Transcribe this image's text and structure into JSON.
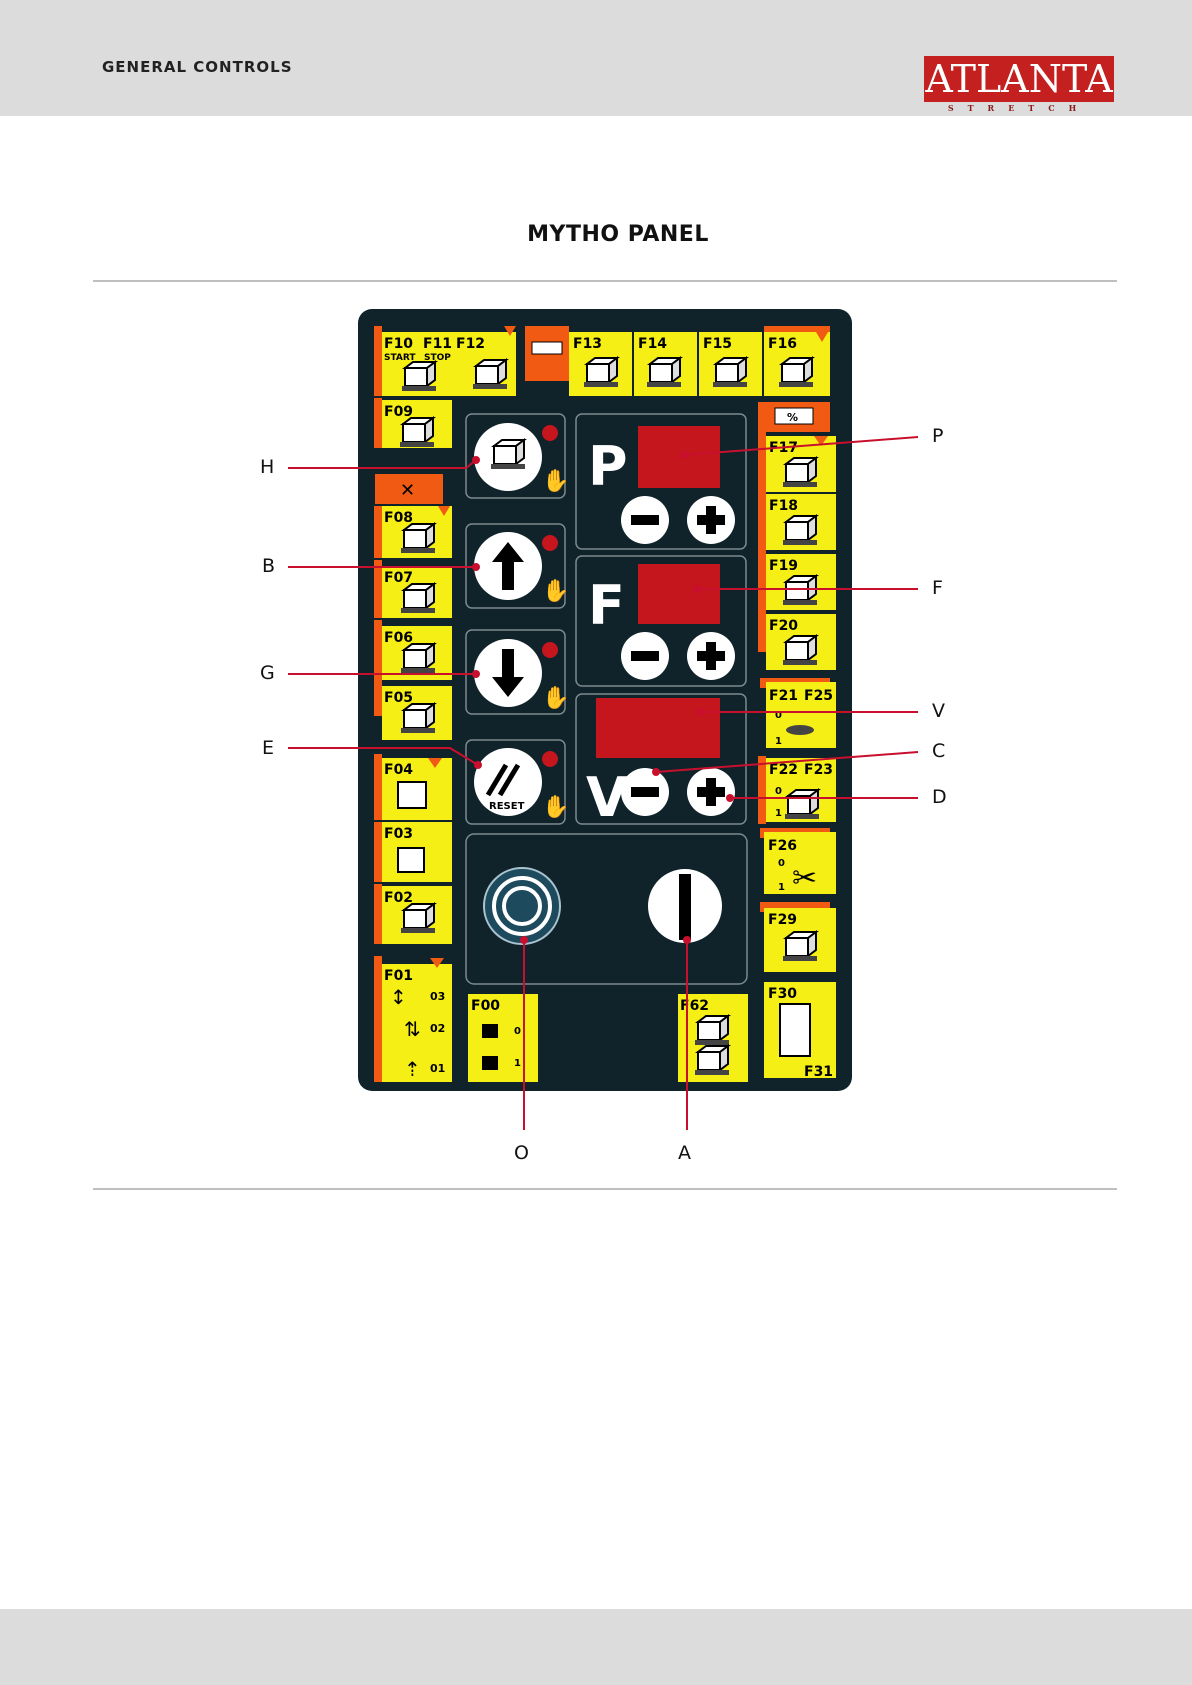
{
  "header": {
    "section": "GENERAL CONTROLS"
  },
  "logo": {
    "brand": "ATLANTA",
    "tagline": "STRETCH"
  },
  "title": "MYTHO PANEL",
  "panel": {
    "function_keys": {
      "f10": "F10",
      "f11": "F11",
      "start": "START",
      "stop": "STOP",
      "f12": "F12",
      "f13": "F13",
      "f14": "F14",
      "f15": "F15",
      "f16": "F16",
      "f09": "F09",
      "f08": "F08",
      "f07": "F07",
      "f06": "F06",
      "f05": "F05",
      "f04": "F04",
      "f03": "F03",
      "f02": "F02",
      "f01": "F01",
      "f00": "F00",
      "f62": "F62",
      "f17": "F17",
      "f18": "F18",
      "f19": "F19",
      "f20": "F20",
      "f21": "F21",
      "f25": "F25",
      "f22": "F22",
      "f23": "F23",
      "f26": "F26",
      "f29": "F29",
      "f30": "F30",
      "f31": "F31",
      "f01_levels": [
        "03",
        "02",
        "01"
      ],
      "zero": "0",
      "one": "1",
      "percent": "%"
    },
    "displays": {
      "p": "P",
      "f": "F",
      "v": "V"
    },
    "reset_label": "RESET"
  },
  "callouts": {
    "h": "H",
    "b": "B",
    "g": "G",
    "e": "E",
    "p": "P",
    "f": "F",
    "v": "V",
    "c": "C",
    "d": "D",
    "o": "O",
    "a": "A"
  },
  "colors": {
    "panel": "#10222a",
    "key_yellow": "#f6ef16",
    "key_orange": "#f05a12",
    "display_red": "#c4161c",
    "callout_line": "#c8102e"
  }
}
